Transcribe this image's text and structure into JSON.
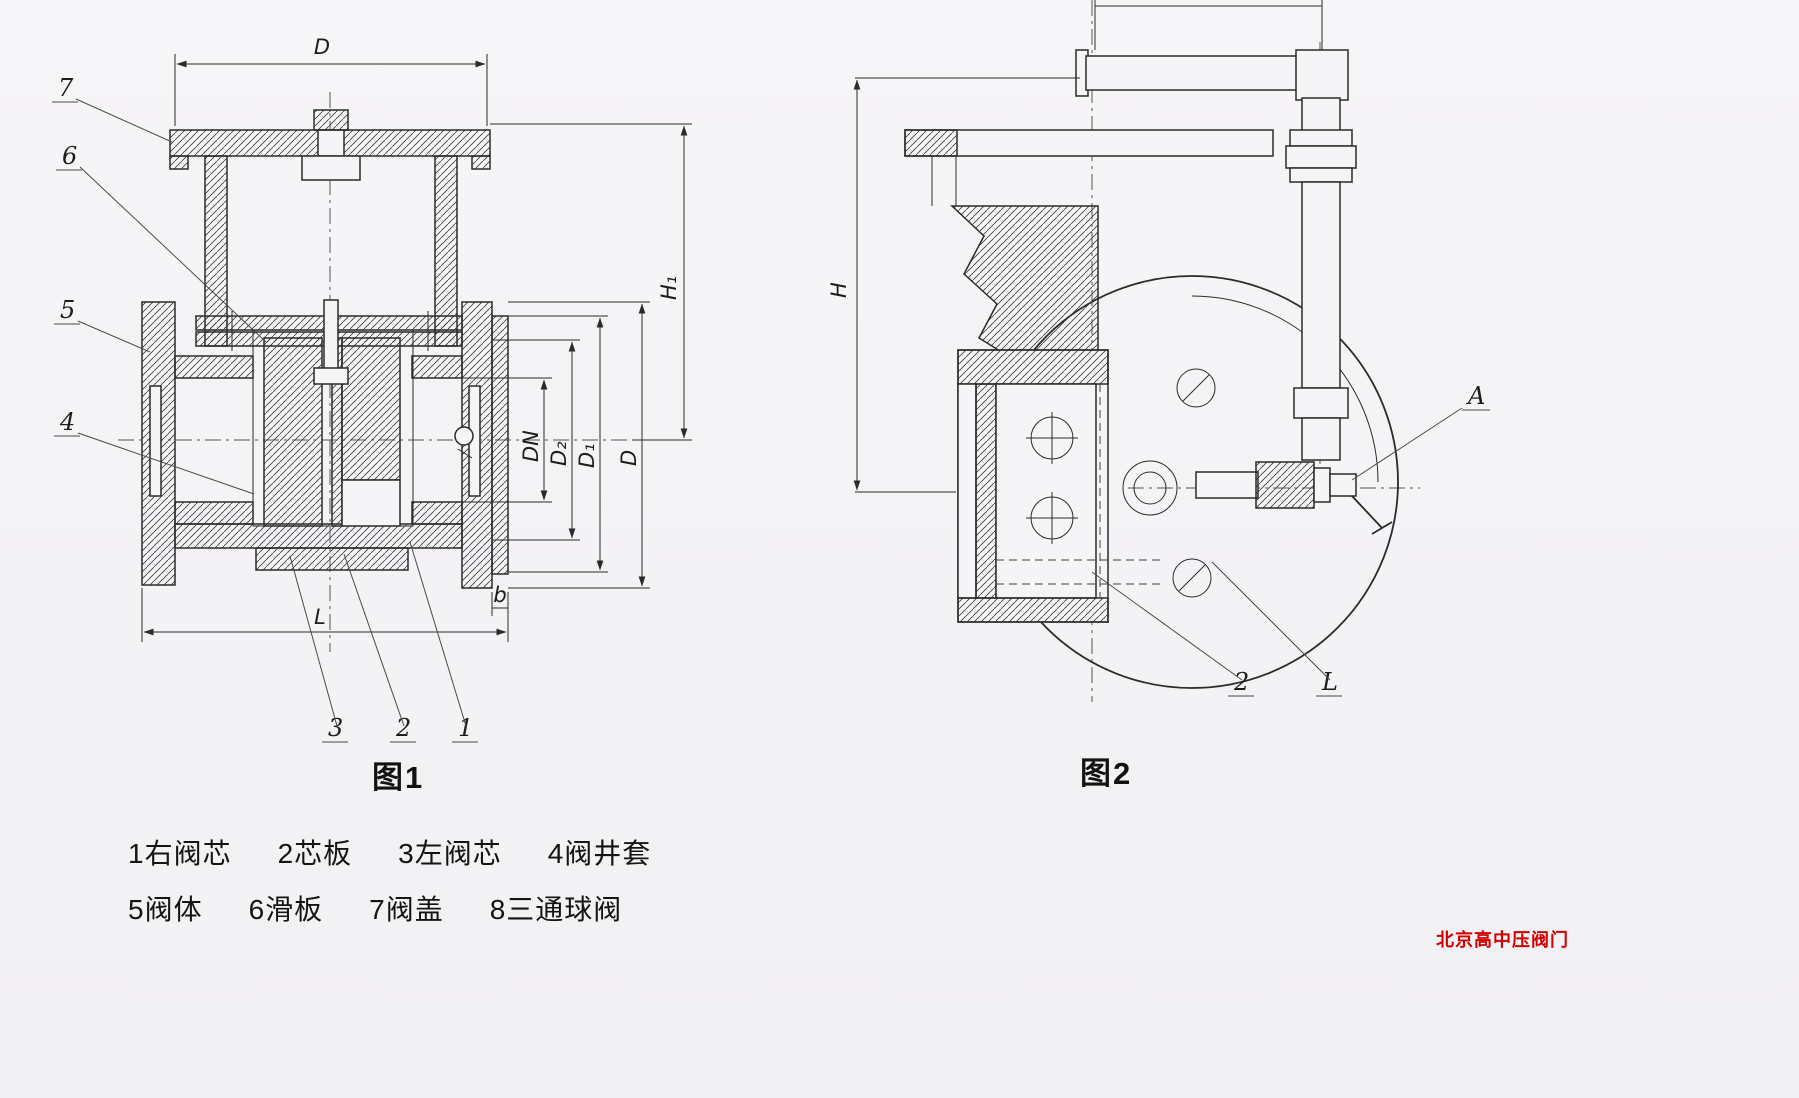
{
  "page": {
    "background": "#f5f4f6",
    "line_color": "#2b2b2b",
    "accent_red": "#d10000"
  },
  "figure1": {
    "caption": "图1",
    "dims": {
      "d_top": "D",
      "h1": "H₁",
      "dn": "DN",
      "d2": "D₂",
      "d1": "D₁",
      "d_right": "D",
      "l": "L",
      "b": "b"
    },
    "callouts": [
      "7",
      "6",
      "5",
      "4",
      "3",
      "2",
      "1"
    ]
  },
  "figure2": {
    "caption": "图2",
    "dims": {
      "h": "H",
      "l": "L"
    },
    "labels": {
      "a": "A"
    },
    "callouts": [
      "2"
    ]
  },
  "legend": {
    "row1": [
      "1右阀芯",
      "2芯板",
      "3左阀芯",
      "4阀井套"
    ],
    "row2": [
      "5阀体",
      "6滑板",
      "7阀盖",
      "8三通球阀"
    ]
  },
  "watermark": {
    "text": "北京高中压阀门"
  }
}
